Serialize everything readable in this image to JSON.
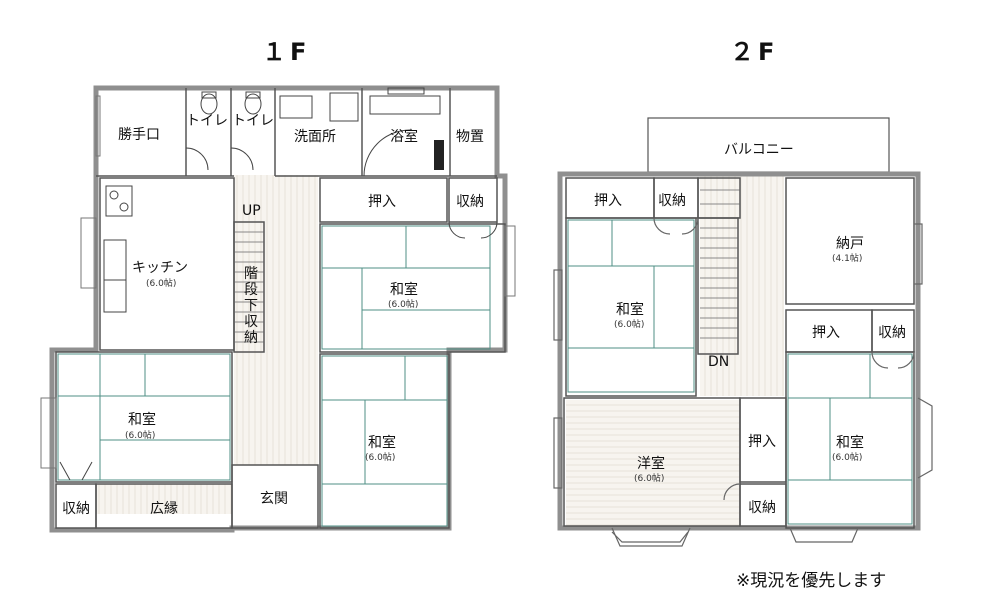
{
  "floor1": {
    "title": "１F",
    "rooms": {
      "katteguchi": "勝手口",
      "toilet_a": "トイレ",
      "toilet_b": "トイレ",
      "senmenjo": "洗面所",
      "yokushitsu": "浴室",
      "monooki": "物置",
      "oshiire": "押入",
      "shuno_top": "収納",
      "kitchen": "キッチン",
      "kitchen_size": "(6.0帖)",
      "up": "UP",
      "kaidanshita": "階段下収納",
      "washitsu_ne": "和室",
      "washitsu_ne_size": "(6.0帖)",
      "washitsu_w": "和室",
      "washitsu_w_size": "(6.0帖)",
      "washitsu_se": "和室",
      "washitsu_se_size": "(6.0帖)",
      "shuno_bottom": "収納",
      "hiroen": "広縁",
      "genkan": "玄関"
    }
  },
  "floor2": {
    "title": "２F",
    "rooms": {
      "balcony": "バルコニー",
      "oshiire_left": "押入",
      "shuno_left": "収納",
      "nando": "納戸",
      "nando_size": "(4.1帖)",
      "washitsu_left": "和室",
      "washitsu_left_size": "(6.0帖)",
      "oshiire_right": "押入",
      "shuno_right": "収納",
      "dn": "DN",
      "youshitsu": "洋室",
      "youshitsu_size": "(6.0帖)",
      "oshiire_mid": "押入",
      "shuno_mid": "収納",
      "washitsu_right": "和室",
      "washitsu_right_size": "(6.0帖)"
    }
  },
  "note": "※現況を優先します",
  "colors": {
    "wall": "#9a9a9a",
    "line": "#444444",
    "tatami": "#4f8f86",
    "floor": "#ece7df"
  }
}
